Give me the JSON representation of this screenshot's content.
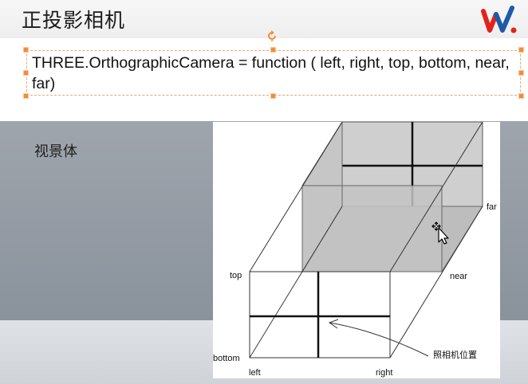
{
  "slide": {
    "title": "正投影相机",
    "code": "THREE.OrthographicCamera = function ( left, right, top, bottom, near, far)",
    "section_label": "视景体"
  },
  "diagram": {
    "labels": {
      "far": "far",
      "near": "near",
      "top": "top",
      "bottom": "bottom",
      "left": "left",
      "right": "right",
      "camera_position": "照相机位置"
    }
  },
  "icons": {
    "logo": "w-logo-icon",
    "rotate_handle": "rotate-handle-icon",
    "cursor": "move-cursor-icon"
  },
  "colors": {
    "selection_handle": "#f08d3c",
    "logo_red": "#e2231a",
    "logo_blue": "#1e5aa8",
    "background_gray": "#9ea5ad",
    "box_shade": "#c8c8c8"
  }
}
